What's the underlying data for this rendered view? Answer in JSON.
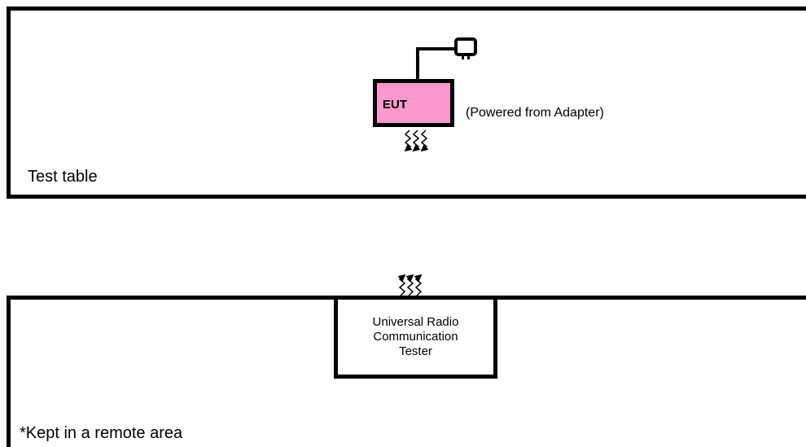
{
  "panels": {
    "test_table": {
      "label": "Test table"
    },
    "remote_area": {
      "label": "*Kept in a remote area"
    }
  },
  "eut": {
    "label": "EUT",
    "note": "(Powered from Adapter)",
    "fill_color": "#f999cc"
  },
  "tester": {
    "label": "Universal Radio\nCommunication\nTester"
  },
  "icons": {
    "adapter": "power-adapter-icon",
    "eut_signal": "wireless-signal-icon",
    "tester_signal": "wireless-signal-icon"
  }
}
